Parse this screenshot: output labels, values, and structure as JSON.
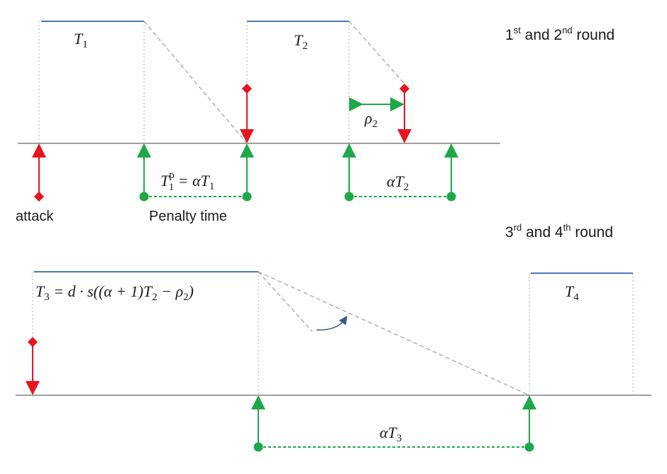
{
  "rounds_12_label": {
    "prefix": "1",
    "sup1": "st",
    "mid": " and 2",
    "sup2": "nd",
    "suffix": " round"
  },
  "rounds_34_label": {
    "prefix": "3",
    "sup1": "rd",
    "mid": " and 4",
    "sup2": "th",
    "suffix": " round"
  },
  "labels": {
    "t1": {
      "main": "T",
      "sub": "1"
    },
    "t2": {
      "main": "T",
      "sub": "2"
    },
    "t4": {
      "main": "T",
      "sub": "4"
    },
    "rho2": {
      "main": "ρ",
      "sub": "2"
    },
    "attack": "attack",
    "penalty_time": "Penalty time",
    "t1p": {
      "main": "T",
      "sup": "p",
      "sub": "1",
      "eq": " = αT",
      "sub2": "1"
    },
    "alpha_t2": {
      "main": "αT",
      "sub": "2"
    },
    "alpha_t3": {
      "main": "αT",
      "sub": "3"
    },
    "t3_formula": {
      "a": "T",
      "a_sub": "3",
      "b": " = d · s((α + 1)T",
      "b_sub": "2",
      "c": " − ρ",
      "c_sub": "2",
      "d": ")"
    }
  },
  "colors": {
    "block_line": "#4a78b8",
    "axis": "#808080",
    "dashed_gray": "#b0b0b0",
    "attack_red": "#e8141e",
    "penalty_green": "#1ea84a",
    "curve_arrow": "#3a5a8a"
  }
}
